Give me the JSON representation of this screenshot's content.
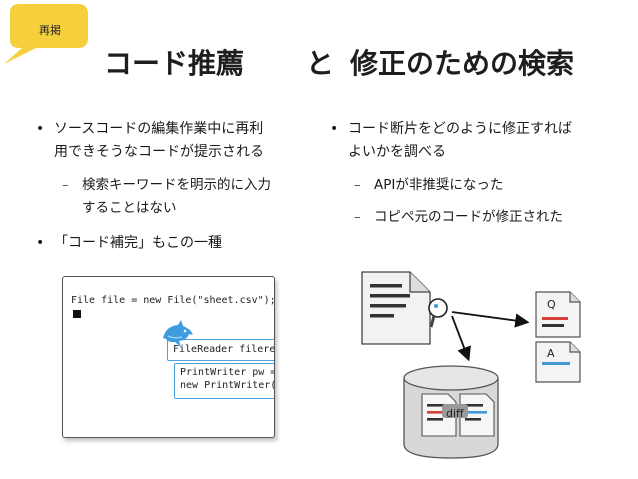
{
  "badge": {
    "text": "再掲"
  },
  "title": {
    "left": "コード推薦",
    "middle": "と",
    "right": "修正のための検索"
  },
  "left": {
    "bullet1": {
      "line1": "ソースコードの編集作業中に再利",
      "line2": "用できそうなコードが提示される"
    },
    "sub1": {
      "line1": "検索キーワードを明示的に入力",
      "line2": "することはない"
    },
    "bullet2": "「コード補完」もこの一種"
  },
  "right": {
    "bullet1": {
      "line1": "コード断片をどのように修正すれば",
      "line2": "よいかを調べる"
    },
    "sub1": "APIが非推奨になった",
    "sub2": "コピペ元のコードが修正された"
  },
  "editor": {
    "code_line": "File file = new File(\"sheet.csv\");",
    "suggestion1": "FileReader filere",
    "suggestion2_line1": "PrintWriter pw =",
    "suggestion2_line2": "new PrintWriter("
  },
  "diagram": {
    "q_label": "Q",
    "a_label": "A",
    "diff_label": "diff"
  },
  "colors": {
    "badge": "#f6cf3c",
    "accent_red": "#d6403a",
    "accent_blue": "#3f9ad6",
    "dolphin": "#3d9be0"
  },
  "icons": [
    "speech-bubble-icon",
    "dolphin-icon",
    "magnifier-icon",
    "document-icon",
    "database-icon",
    "arrow-icon"
  ]
}
